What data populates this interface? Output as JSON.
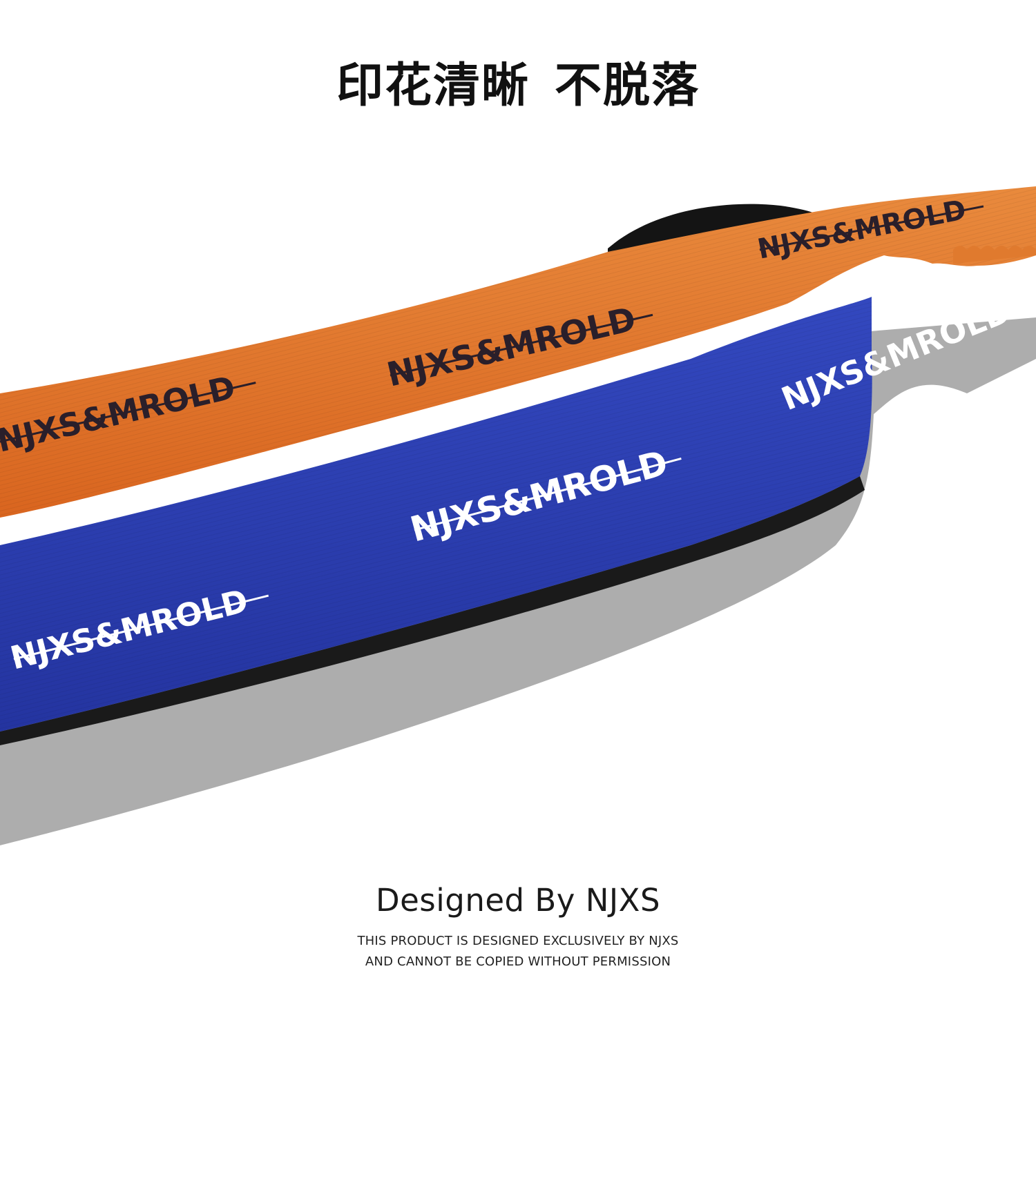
{
  "headline": {
    "part1": "印花清晰",
    "part2": "不脱落"
  },
  "product": {
    "strap_print": "NJXS&MROLD",
    "colors": {
      "orange_strap": "#e0702a",
      "blue_strap": "#2c3fb0",
      "shadow": "#adadad",
      "print_on_orange": "#2a1f2a",
      "print_on_blue": "#ffffff",
      "neoprene_edge": "#1a1a1a"
    }
  },
  "credits": {
    "designer": "Designed By NJXS",
    "notice_line1": "THIS PRODUCT IS DESIGNED EXCLUSIVELY BY NJXS",
    "notice_line2": "AND CANNOT BE COPIED WITHOUT PERMISSION"
  }
}
